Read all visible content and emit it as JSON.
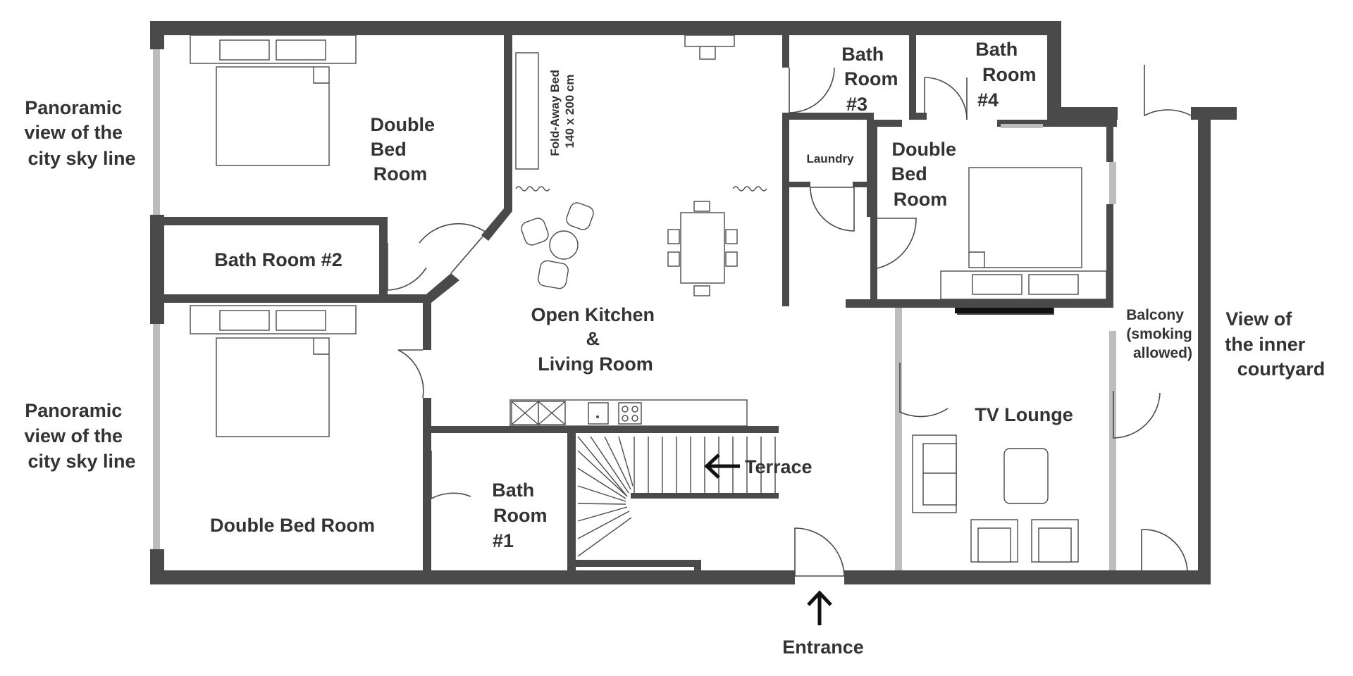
{
  "rooms": {
    "double_bed_top_left": [
      "Double",
      "Bed",
      "Room"
    ],
    "bath_2": "Bath Room #2",
    "double_bed_bottom_left": "Double Bed Room",
    "bath_1": [
      "Bath",
      "Room",
      "#1"
    ],
    "kitchen_living": [
      "Open Kitchen",
      "&",
      "Living Room"
    ],
    "bath_3": [
      "Bath",
      "Room",
      "#3"
    ],
    "bath_4": [
      "Bath",
      "Room",
      "#4"
    ],
    "laundry": "Laundry",
    "double_bed_right": [
      "Double",
      "Bed",
      "Room"
    ],
    "tv_lounge": "TV Lounge",
    "balcony": [
      "Balcony",
      "(smoking",
      "allowed)"
    ]
  },
  "fold_away_bed": [
    "Fold-Away Bed",
    "140 x 200 cm"
  ],
  "views": {
    "top_left": [
      "Panoramic",
      "view of the",
      "city sky line"
    ],
    "bottom_left": [
      "Panoramic",
      "view of the",
      "city sky line"
    ],
    "right": [
      "View of",
      "the inner",
      "courtyard"
    ]
  },
  "terrace_label": "Terrace",
  "entrance_label": "Entrance",
  "icons": {
    "terrace_arrow": "left-arrow-icon",
    "entrance_arrow": "up-arrow-icon"
  },
  "colors": {
    "wall": "#4a4a4a",
    "window_glass": "#bdbdbd",
    "text": "#333333"
  }
}
